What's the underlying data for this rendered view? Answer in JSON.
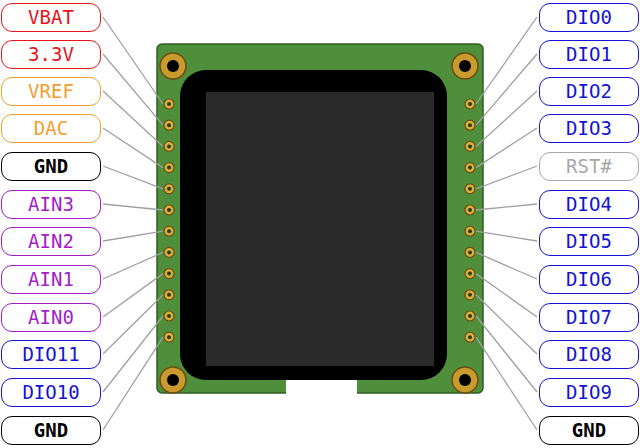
{
  "diagram": {
    "nodes": [
      {
        "text": [
          "VBAT"
        ]
      },
      {
        "text": [
          "3.3V"
        ]
      },
      {
        "text": [
          "VREF"
        ]
      },
      {
        "text": [
          "DAC"
        ]
      },
      {
        "text": [
          "GND"
        ]
      },
      {
        "text": [
          "AIN3"
        ]
      },
      {
        "text": [
          "AIN2"
        ]
      },
      {
        "text": [
          "AIN1"
        ]
      },
      {
        "text": [
          "AIN0"
        ]
      },
      {
        "text": [
          "DIO11"
        ]
      },
      {
        "text": [
          "DIO10"
        ]
      },
      {
        "text": [
          "GND"
        ]
      },
      {
        "text": [
          "DIO0"
        ]
      },
      {
        "text": [
          "DIO1"
        ]
      },
      {
        "text": [
          "DIO2"
        ]
      },
      {
        "text": [
          "DIO3"
        ]
      },
      {
        "text": [
          "RST#"
        ]
      },
      {
        "text": [
          "DIO4"
        ]
      },
      {
        "text": [
          "DIO5"
        ]
      },
      {
        "text": [
          "DIO6"
        ]
      },
      {
        "text": [
          "DIO7"
        ]
      },
      {
        "text": [
          "DIO8"
        ]
      },
      {
        "text": [
          "DIO9"
        ]
      },
      {
        "text": [
          "GND"
        ]
      }
    ]
  }
}
